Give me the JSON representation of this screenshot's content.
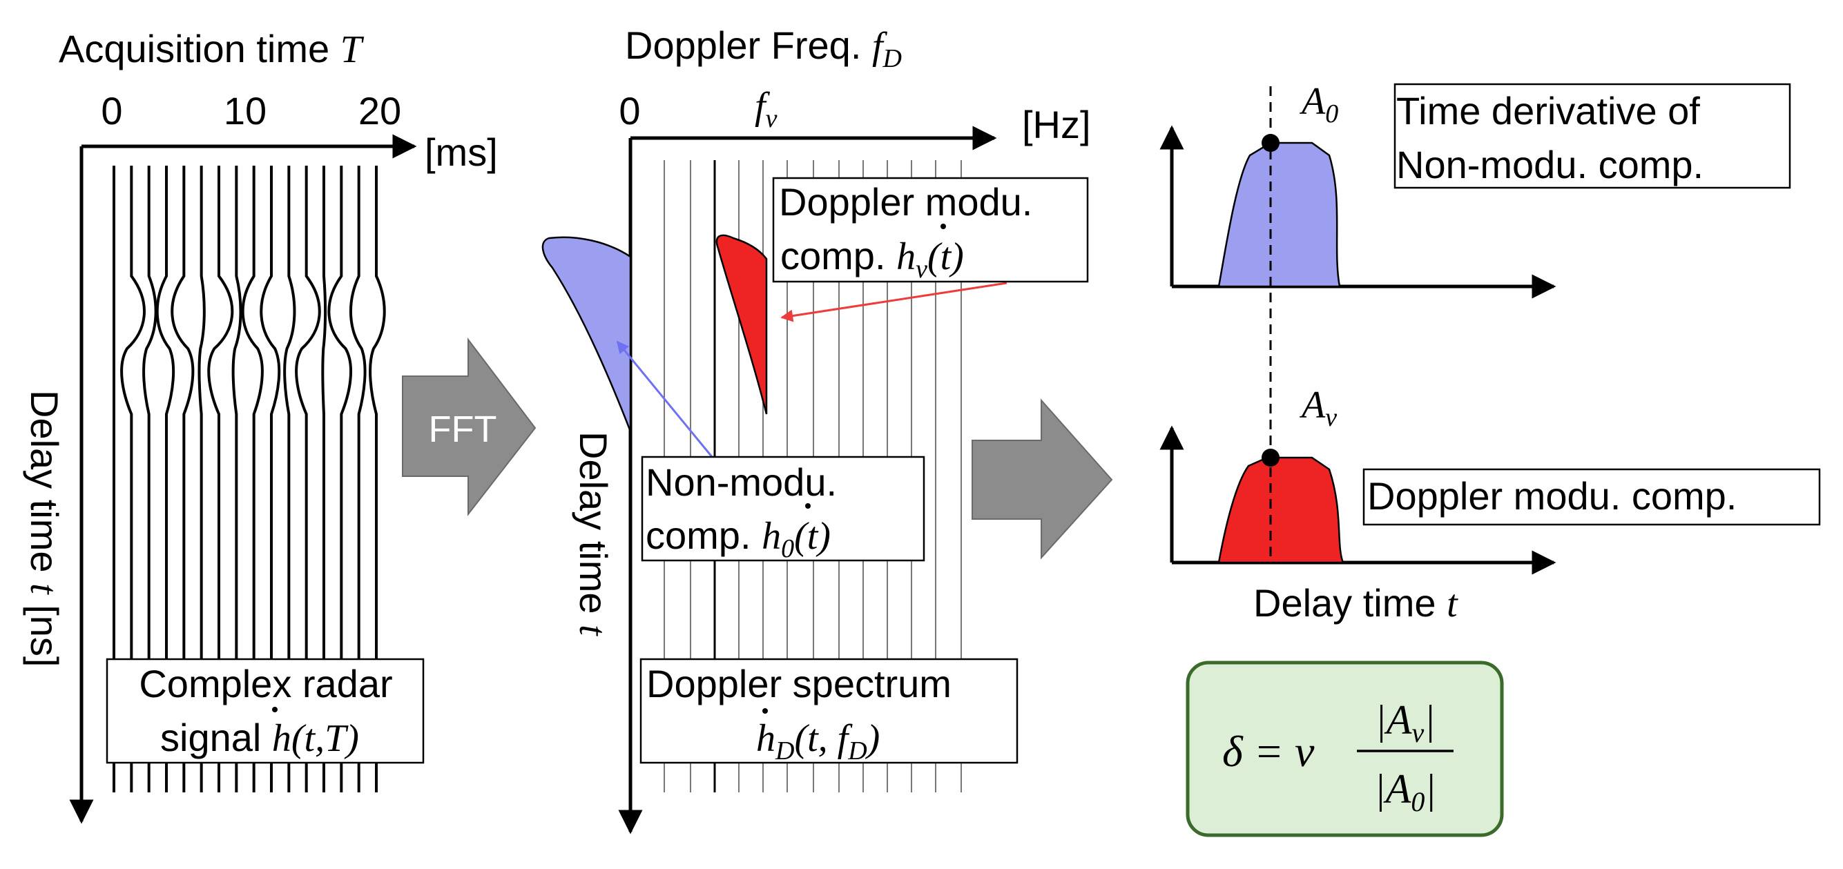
{
  "left_panel": {
    "title_text": "Acquisition time ",
    "title_var": "T",
    "ticks": [
      "0",
      "10",
      "20"
    ],
    "unit": "[ms]",
    "yaxis_text": "Delay time ",
    "yaxis_var": "t",
    "yaxis_unit": " [ns]",
    "caption_line1": "Complex  radar",
    "caption_line2": "signal  ",
    "caption_math": "h(t,T)"
  },
  "fft_label": "FFT",
  "middle_panel": {
    "title_text": "Doppler Freq. ",
    "title_var": "f",
    "title_sub": "D",
    "zero_tick": "0",
    "fv_label": "f",
    "fv_sub": "v",
    "unit": "[Hz]",
    "yaxis_text": "Delay time ",
    "yaxis_var": "t",
    "modu_box_line1": "Doppler modu.",
    "modu_box_line2": "comp.  ",
    "modu_box_math": "h",
    "modu_box_sub": "v",
    "modu_box_arg": "(t)",
    "nonmodu_box_line1": "Non-modu.",
    "nonmodu_box_line2": "comp.  ",
    "nonmodu_box_math": "h",
    "nonmodu_box_sub": "0",
    "nonmodu_box_arg": "(t)",
    "spectrum_line1": "Doppler spectrum",
    "spectrum_math": "h",
    "spectrum_sub": "D",
    "spectrum_arg": "(t, f",
    "spectrum_arg_sub": "D",
    "spectrum_close": ")"
  },
  "right_panel": {
    "peak_top_var": "A",
    "peak_top_sub": "0",
    "peak_bottom_var": "A",
    "peak_bottom_sub": "v",
    "top_box_line1": "Time derivative of",
    "top_box_line2": "Non-modu. comp.",
    "bottom_box": "Doppler modu. comp.",
    "xaxis_text": "Delay time ",
    "xaxis_var": "t"
  },
  "formula": {
    "lhs": "δ = v",
    "numerator": "|A",
    "numerator_sub": "v",
    "numerator_close": "|",
    "denominator": "|A",
    "denominator_sub": "0",
    "denominator_close": "|"
  },
  "colors": {
    "blue_fill": "#9c9ff0",
    "red_fill": "#ee2424",
    "formula_bg": "#ddeed6",
    "formula_border": "#3a6b2a",
    "arrow_gray": "#8c8c8c",
    "blue_line": "#6f72f0",
    "red_line": "#ee3b3b"
  }
}
